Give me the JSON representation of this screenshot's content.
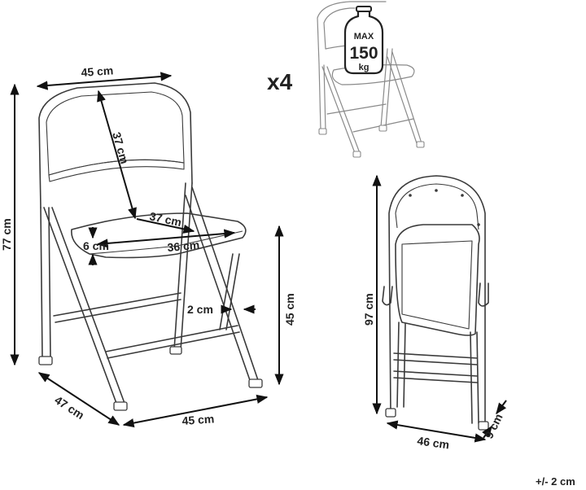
{
  "main_chair": {
    "top_width": "45 cm",
    "backrest_height": "37 cm",
    "seat_depth": "37 cm",
    "seat_width": "36 cm",
    "seat_thickness": "6 cm",
    "tube_width": "2 cm",
    "seat_height": "45 cm",
    "total_height": "77 cm",
    "base_depth": "47 cm",
    "base_width": "45 cm"
  },
  "set": {
    "quantity": "x4",
    "max_load_label": "MAX",
    "max_load_value": "150",
    "max_load_unit": "kg"
  },
  "folded_chair": {
    "height": "97 cm",
    "width": "46 cm",
    "depth": "9 cm"
  },
  "tolerance": "+/- 2 cm"
}
